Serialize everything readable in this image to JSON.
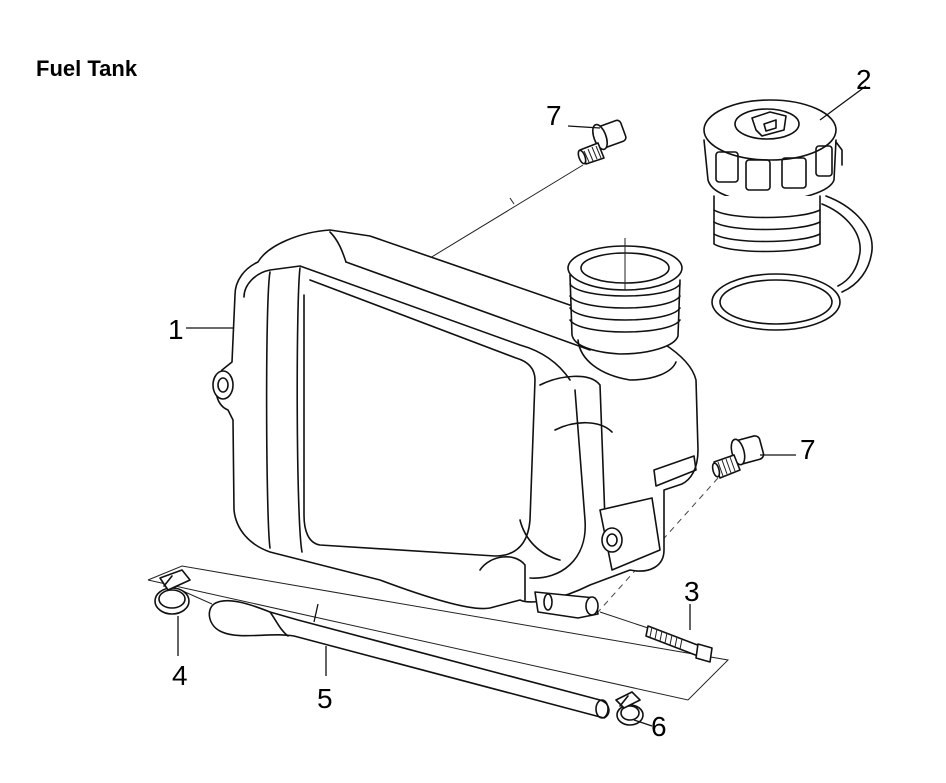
{
  "title": "Fuel Tank",
  "parts": [
    {
      "id": "1",
      "label": "1",
      "name": "fuel-tank"
    },
    {
      "id": "2",
      "label": "2",
      "name": "fuel-cap"
    },
    {
      "id": "3",
      "label": "3",
      "name": "bolt"
    },
    {
      "id": "4",
      "label": "4",
      "name": "hose-clamp-left"
    },
    {
      "id": "5",
      "label": "5",
      "name": "fuel-hose"
    },
    {
      "id": "6",
      "label": "6",
      "name": "hose-clamp-right"
    },
    {
      "id": "7a",
      "label": "7",
      "name": "flange-bolt-top"
    },
    {
      "id": "7b",
      "label": "7",
      "name": "flange-bolt-right"
    }
  ]
}
